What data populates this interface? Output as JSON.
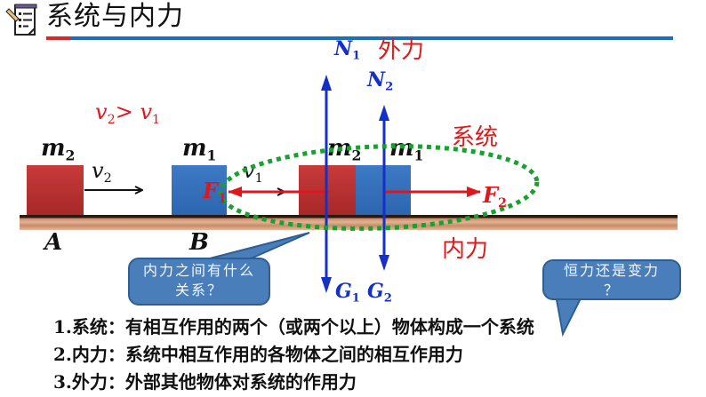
{
  "header": {
    "icon": "checklist-pencil-icon",
    "title": "系统与内力",
    "accent_colors": {
      "red": "#d42a2a",
      "blue": "#1f6fb8"
    }
  },
  "diagram": {
    "condition": {
      "v2": "v",
      "v2_sub": "2",
      "op": ">",
      "v1": "v",
      "v1_sub": "1"
    },
    "left_scene": {
      "block_m2": {
        "label": "m",
        "sub": "2",
        "color": "#b83232"
      },
      "velocity_v2": {
        "label": "v",
        "sub": "2"
      },
      "block_m1": {
        "label": "m",
        "sub": "1",
        "color": "#3570ba"
      },
      "velocity_v1": {
        "label": "v",
        "sub": "1"
      },
      "point_a": "A",
      "point_b": "B"
    },
    "right_scene": {
      "block_m2": {
        "label": "m",
        "sub": "2"
      },
      "block_m1": {
        "label": "m",
        "sub": "1"
      }
    },
    "forces": {
      "F1": {
        "label": "F",
        "sub": "1"
      },
      "F2": {
        "label": "F",
        "sub": "2"
      },
      "N1": {
        "label": "N",
        "sub": "1"
      },
      "N2": {
        "label": "N",
        "sub": "2"
      },
      "G1": {
        "label": "G",
        "sub": "1"
      },
      "G2": {
        "label": "G",
        "sub": "2"
      }
    },
    "annotations": {
      "external_force": "外力",
      "system": "系统",
      "internal_force": "内力"
    },
    "colors": {
      "force_red": "#e0161c",
      "force_blue": "#1530c8",
      "system_dash": "#18a030"
    }
  },
  "callouts": [
    {
      "line1": "内力之间有什么",
      "line2": "关系？"
    },
    {
      "line1": "恒力还是变力",
      "line2": "？"
    }
  ],
  "definitions": [
    {
      "num": "1.",
      "term": "系统：",
      "text": "有相互作用的两个（或两个以上）物体构成一个系统"
    },
    {
      "num": "2.",
      "term": "内力：",
      "text": "系统中相互作用的各物体之间的相互作用力"
    },
    {
      "num": "3.",
      "term": "外力：",
      "text": "外部其他物体对系统的作用力"
    }
  ]
}
